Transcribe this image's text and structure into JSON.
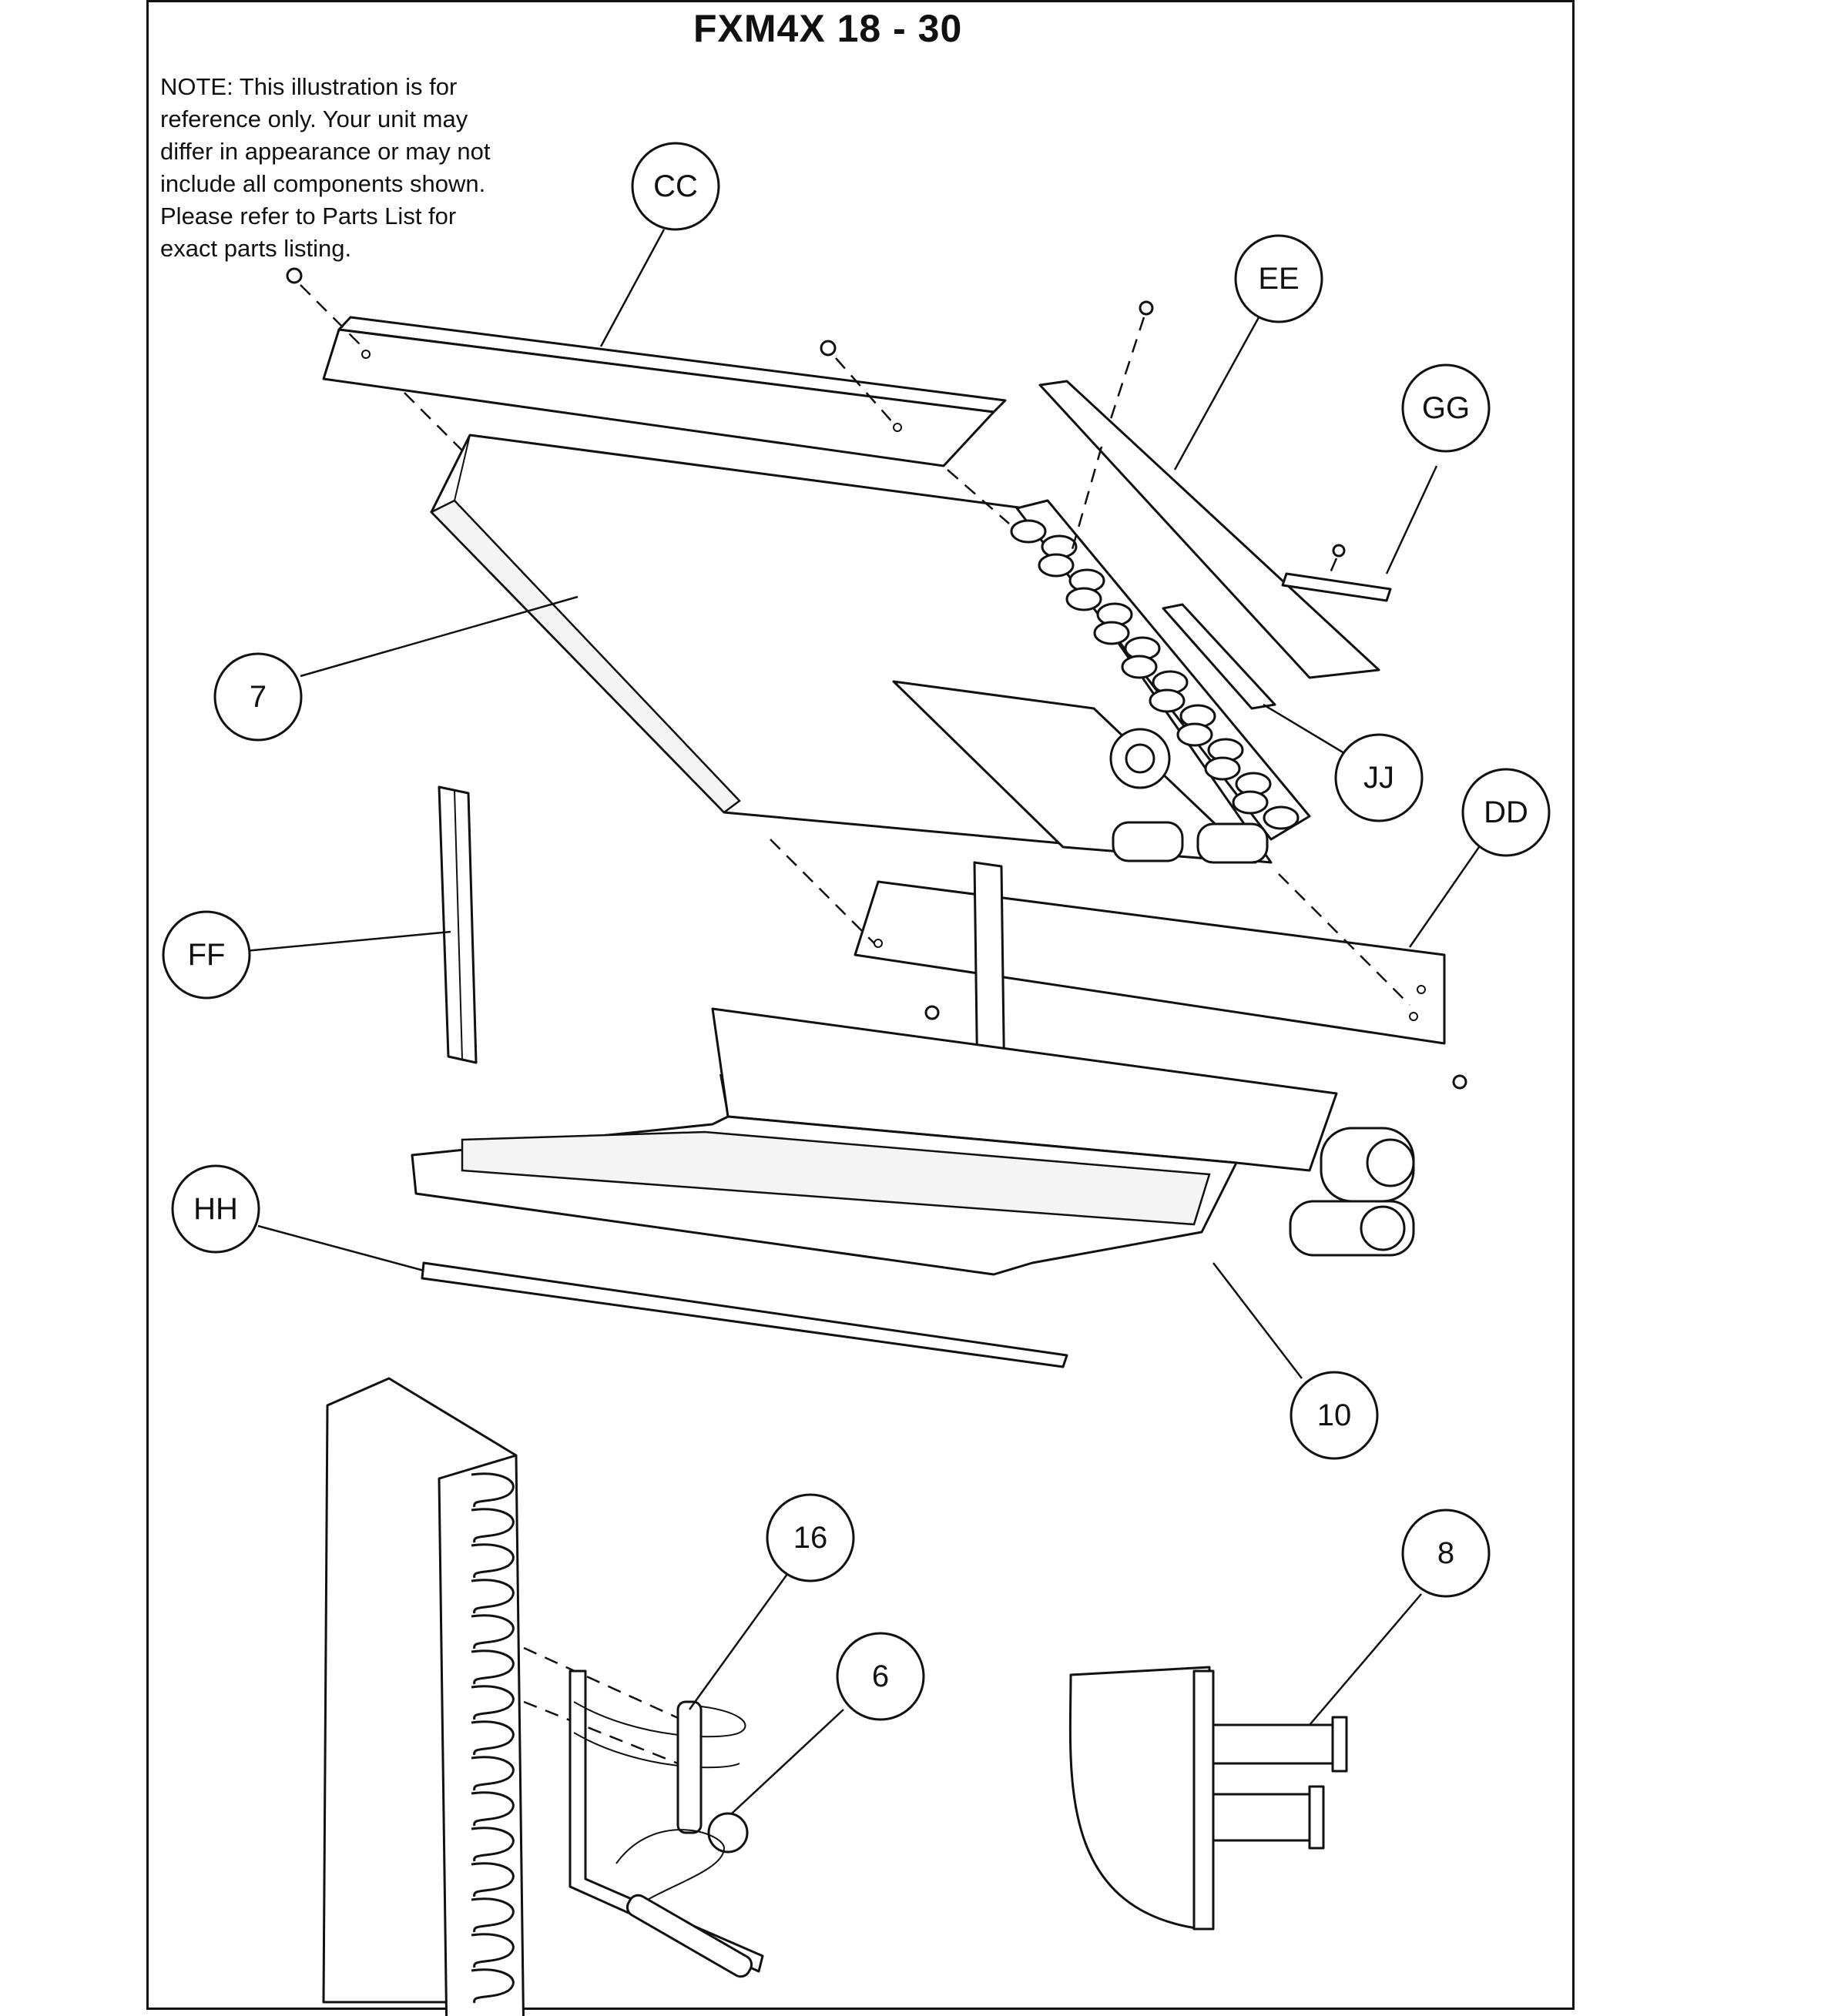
{
  "title": "FXM4X  18 - 30",
  "note": [
    "NOTE: This illustration is for",
    "reference only.  Your unit may",
    "differ in appearance or may not",
    "include all components shown.",
    "Please refer to Parts List for",
    "exact parts listing."
  ],
  "callouts": {
    "cc": "CC",
    "ee": "EE",
    "gg": "GG",
    "seven": "7",
    "jj": "JJ",
    "dd": "DD",
    "ff": "FF",
    "hh": "HH",
    "ten": "10",
    "sixteen": "16",
    "six": "6",
    "eight": "8"
  }
}
